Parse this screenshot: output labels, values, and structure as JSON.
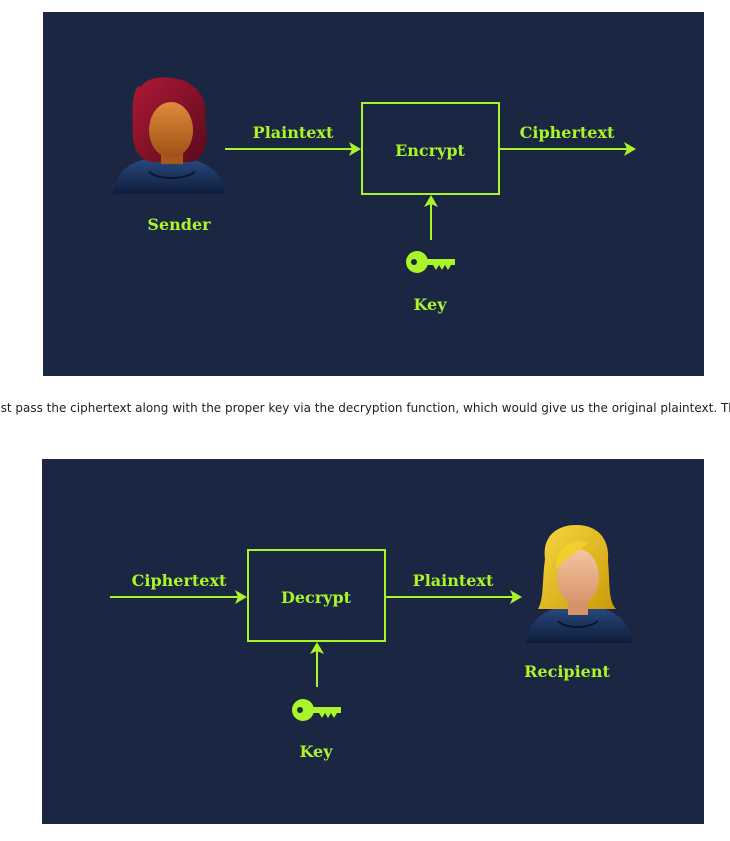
{
  "encrypt_diagram": {
    "sender_label": "Sender",
    "plaintext_label": "Plaintext",
    "process_label": "Encrypt",
    "ciphertext_label": "Ciphertext",
    "key_label": "Key"
  },
  "caption": "ust pass the ciphertext along with the proper key via the decryption function, which would give us the original plaintext. Th",
  "decrypt_diagram": {
    "ciphertext_label": "Ciphertext",
    "process_label": "Decrypt",
    "plaintext_label": "Plaintext",
    "recipient_label": "Recipient",
    "key_label": "Key"
  },
  "colors": {
    "panel_background": "#1b2642",
    "accent_green": "#aaf52a"
  }
}
